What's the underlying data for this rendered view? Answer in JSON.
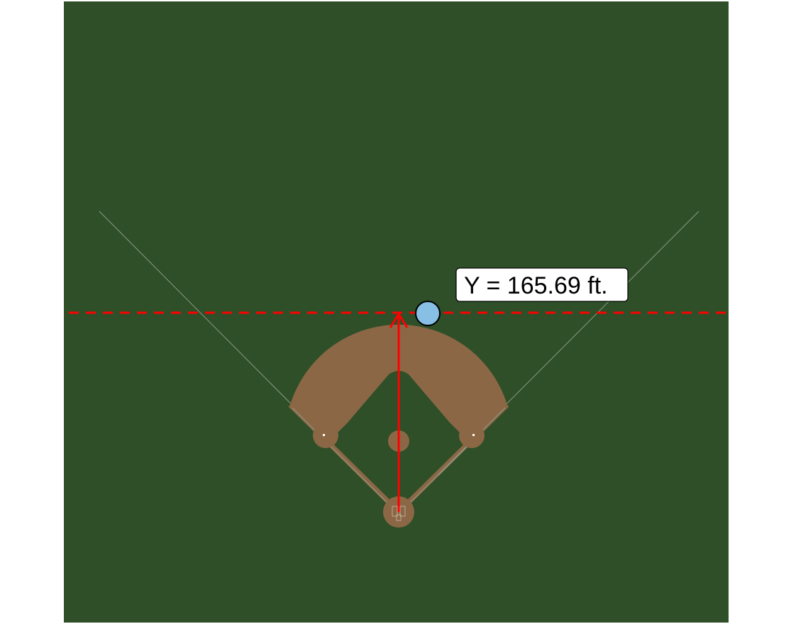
{
  "annotation": {
    "label": "Y = 165.69 ft."
  },
  "measurement": {
    "axis": "Y",
    "value_ft": 165.69
  },
  "colors": {
    "grass": "#2e4f27",
    "dirt": "#8b6745",
    "foul_line": "#8f9a88",
    "measure_line": "#ff0000",
    "ball_fill": "#87bfe5",
    "ball_stroke": "#000000",
    "base": "#ffffff"
  }
}
